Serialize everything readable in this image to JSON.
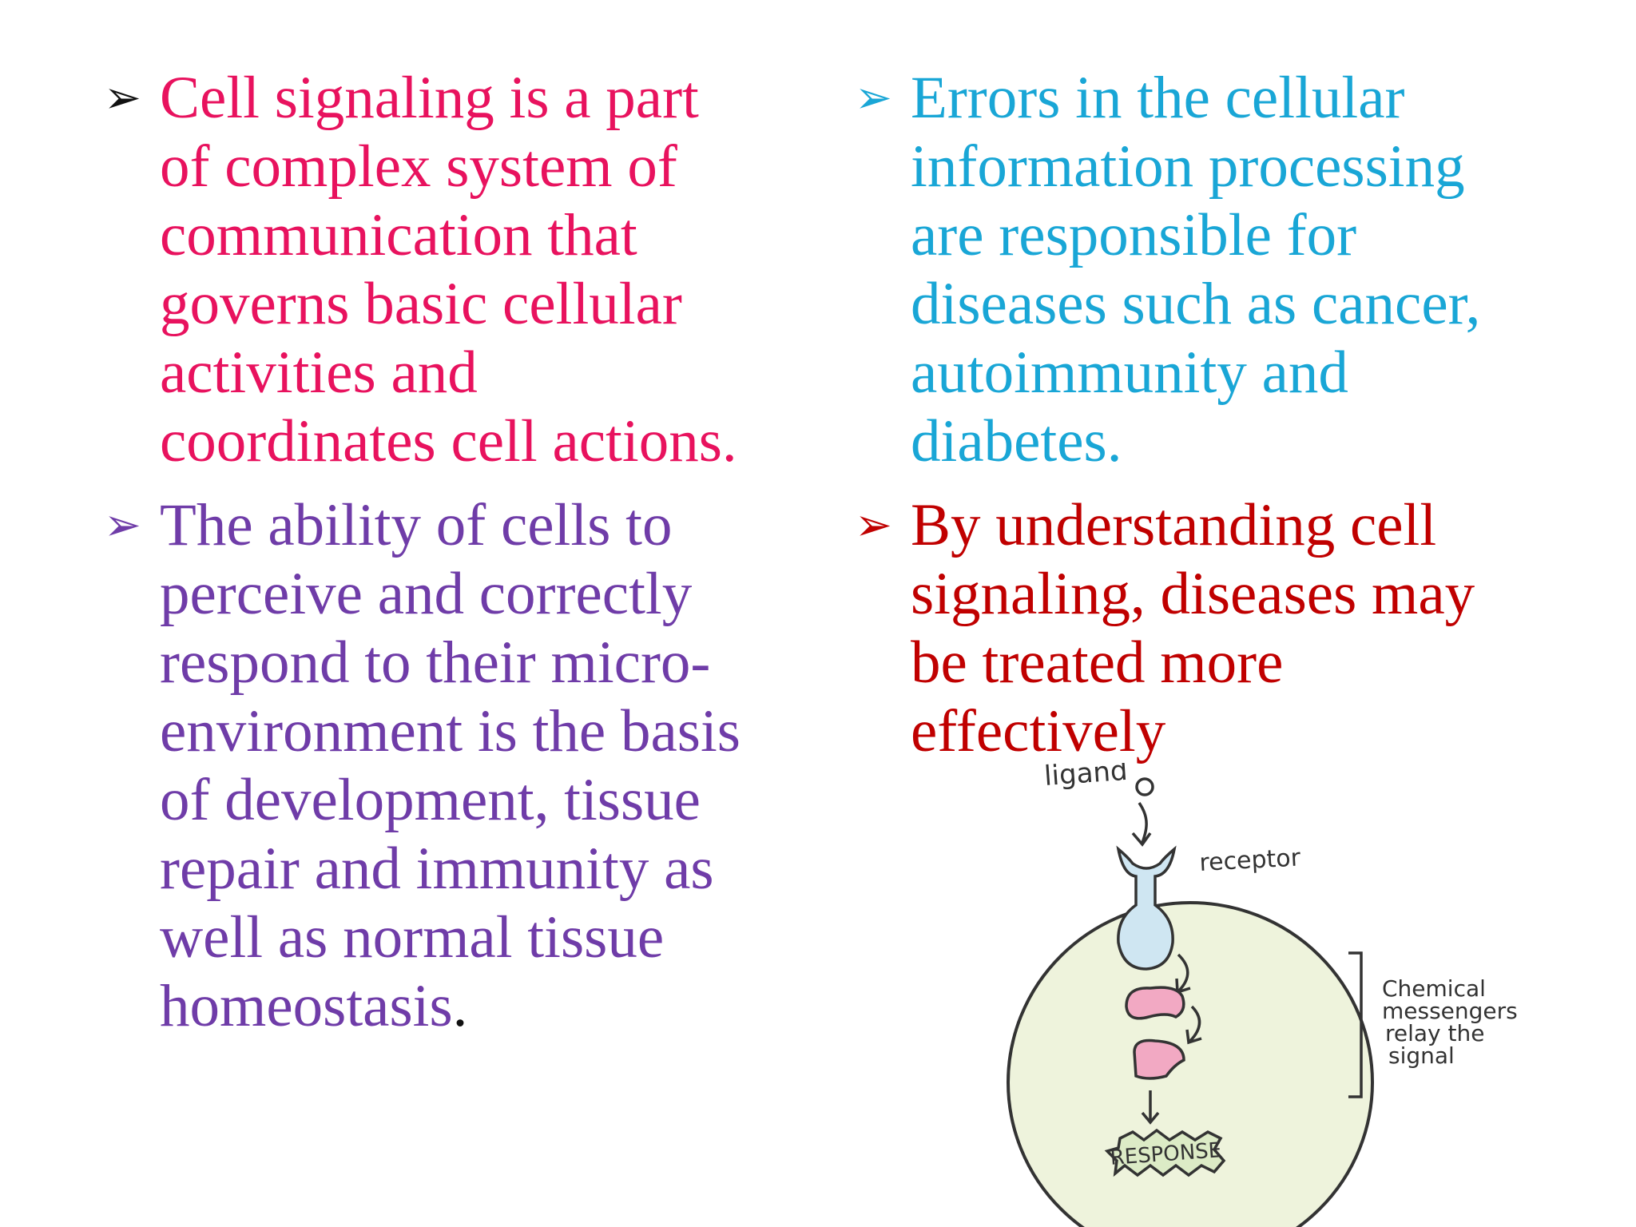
{
  "bullets": [
    {
      "id": "b1",
      "text": "Cell signaling is a part\nof complex system of\ncommunication that\ngoverns basic cellular\nactivities and\ncoordinates cell actions."
    },
    {
      "id": "b2",
      "text": "The ability of cells to\nperceive and correctly\nrespond to their micro-\nenvironment is the basis\nof development, tissue\nrepair and immunity as\nwell as normal tissue\nhomeostasis",
      "tail": "."
    },
    {
      "id": "b3",
      "text": "Errors in the cellular\ninformation processing\nare responsible for\ndiseases such as cancer,\nautoimmunity and\ndiabetes."
    },
    {
      "id": "b4",
      "text": "By understanding cell\nsignaling, diseases may\nbe treated more\neffectively"
    }
  ],
  "bullet_symbol": "➢",
  "colors": {
    "bullet1": "#e8125e",
    "bullet2": "#6f3ca8",
    "bullet3": "#19a6d6",
    "bullet4": "#c00000",
    "cell_fill": "#eef3dc",
    "receptor_fill": "#cfe6f2",
    "messenger_fill": "#f2a9c3",
    "response_fill": "#dcebc6"
  },
  "diagram": {
    "ligand_label": "ligand",
    "receptor_label": "receptor",
    "messengers_label_lines": [
      "Chemical",
      "messengers",
      "relay the",
      "signal"
    ],
    "response_label": "RESPONSE"
  }
}
